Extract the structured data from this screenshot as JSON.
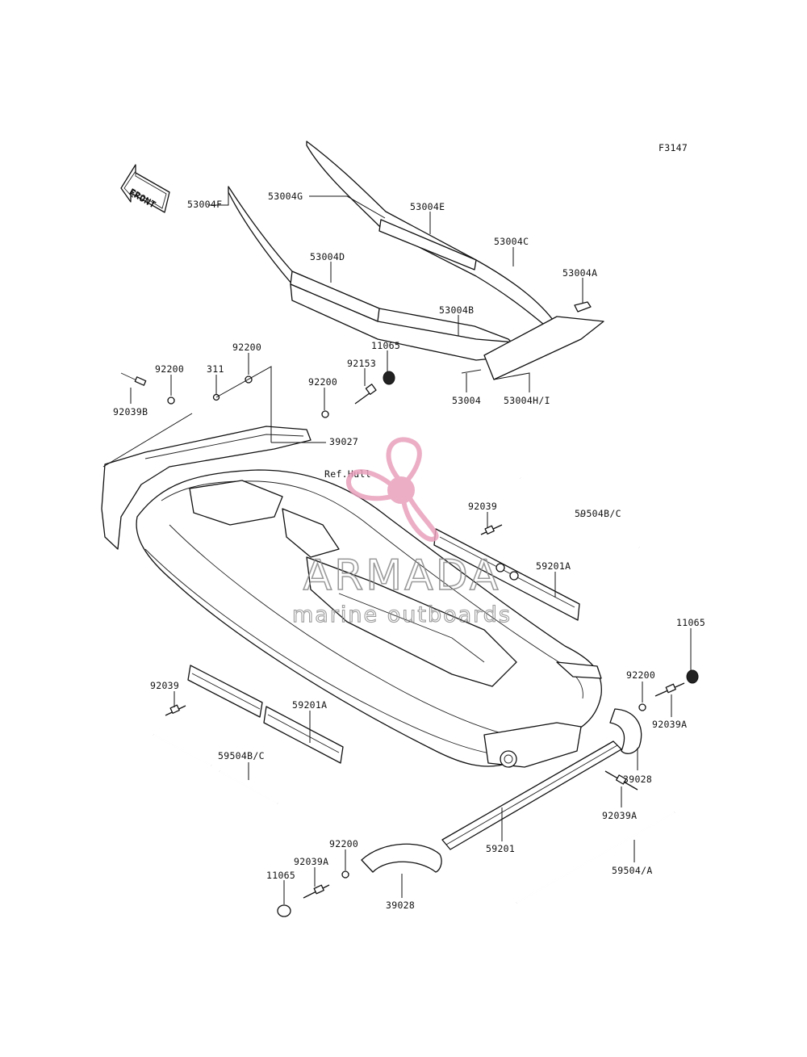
{
  "figure_code": "F3147",
  "front_arrow_label": "FRONT",
  "ref_label": "Ref.Hull",
  "watermark": {
    "brand": "ARMADA",
    "tagline": "marine outboards",
    "brand_color": "#8a8a8a",
    "logo_color": "#e8a0bc"
  },
  "labels": [
    {
      "id": "53004G",
      "text": "53004G"
    },
    {
      "id": "53004E",
      "text": "53004E"
    },
    {
      "id": "53004F",
      "text": "53004F"
    },
    {
      "id": "53004C",
      "text": "53004C"
    },
    {
      "id": "53004D",
      "text": "53004D"
    },
    {
      "id": "53004A",
      "text": "53004A"
    },
    {
      "id": "53004B",
      "text": "53004B"
    },
    {
      "id": "11065-top",
      "text": "11065"
    },
    {
      "id": "92153",
      "text": "92153"
    },
    {
      "id": "92200-a",
      "text": "92200"
    },
    {
      "id": "311",
      "text": "311"
    },
    {
      "id": "92200-b",
      "text": "92200"
    },
    {
      "id": "92200-c",
      "text": "92200"
    },
    {
      "id": "53004",
      "text": "53004"
    },
    {
      "id": "53004HI",
      "text": "53004H/I"
    },
    {
      "id": "92039B",
      "text": "92039B"
    },
    {
      "id": "39027",
      "text": "39027"
    },
    {
      "id": "59504BC-r",
      "text": "59504B/C"
    },
    {
      "id": "92039-r",
      "text": "92039"
    },
    {
      "id": "59201A-r",
      "text": "59201A"
    },
    {
      "id": "11065-r",
      "text": "11065"
    },
    {
      "id": "92200-r",
      "text": "92200"
    },
    {
      "id": "92039A-r1",
      "text": "92039A"
    },
    {
      "id": "92039-l",
      "text": "92039"
    },
    {
      "id": "59201A-l",
      "text": "59201A"
    },
    {
      "id": "59504BC-l",
      "text": "59504B/C"
    },
    {
      "id": "39028-r",
      "text": "39028"
    },
    {
      "id": "92039A-r2",
      "text": "92039A"
    },
    {
      "id": "59201",
      "text": "59201"
    },
    {
      "id": "59504A",
      "text": "59504/A"
    },
    {
      "id": "92200-bl",
      "text": "92200"
    },
    {
      "id": "92039A-bl",
      "text": "92039A"
    },
    {
      "id": "11065-bl",
      "text": "11065"
    },
    {
      "id": "39028-bl",
      "text": "39028"
    }
  ]
}
